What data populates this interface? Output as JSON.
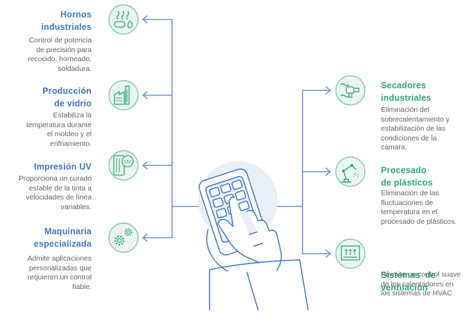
{
  "left": [
    {
      "title": [
        "Hornos",
        "industriales"
      ],
      "desc": [
        "Control de potencia",
        "de precisión para",
        "recocido, horneado,",
        "soldadura."
      ],
      "icon": "furnace-icon"
    },
    {
      "title": [
        "Producción",
        "de vidrio"
      ],
      "desc": [
        "Estabiliza la",
        "temperatura durante",
        "el moldeo y el",
        "enfriamiento."
      ],
      "icon": "glass-factory-icon"
    },
    {
      "title": [
        "Impresión UV"
      ],
      "desc": [
        "Proporciona un curado",
        "estable de la tinta a",
        "velocidades de línea",
        "variables."
      ],
      "icon": "uv-printer-icon"
    },
    {
      "title": [
        "Maquinaria",
        "especializada"
      ],
      "desc": [
        "Admite aplicaciones",
        "personalizadas que",
        "requieren un control",
        "fiable."
      ],
      "icon": "gears-icon"
    }
  ],
  "right": [
    {
      "title": [
        "Secadores",
        "industriales"
      ],
      "desc": [
        "Eliminación del",
        "sobrecalentamiento y",
        "estabilización de las",
        "condiciones de la",
        "cámara."
      ],
      "icon": "dryer-icon"
    },
    {
      "title": [
        "Procesado",
        "de plásticos"
      ],
      "desc": [
        "Eliminación de las",
        "fluctuaciones de",
        "temperatura en el",
        "procesado de plásticos."
      ],
      "icon": "robot-arm-icon"
    },
    {
      "title": [
        "Sistemas  de",
        "ventilación"
      ],
      "desc": [
        "Permite un control suave",
        "de los calentadores en",
        "los sistemas de HVAC"
      ],
      "icon": "ventilation-icon"
    }
  ],
  "colors": {
    "left_accent": "#3f78c8",
    "right_accent": "#2ea777",
    "line": "#6f93d6",
    "text": "#5f6368"
  }
}
